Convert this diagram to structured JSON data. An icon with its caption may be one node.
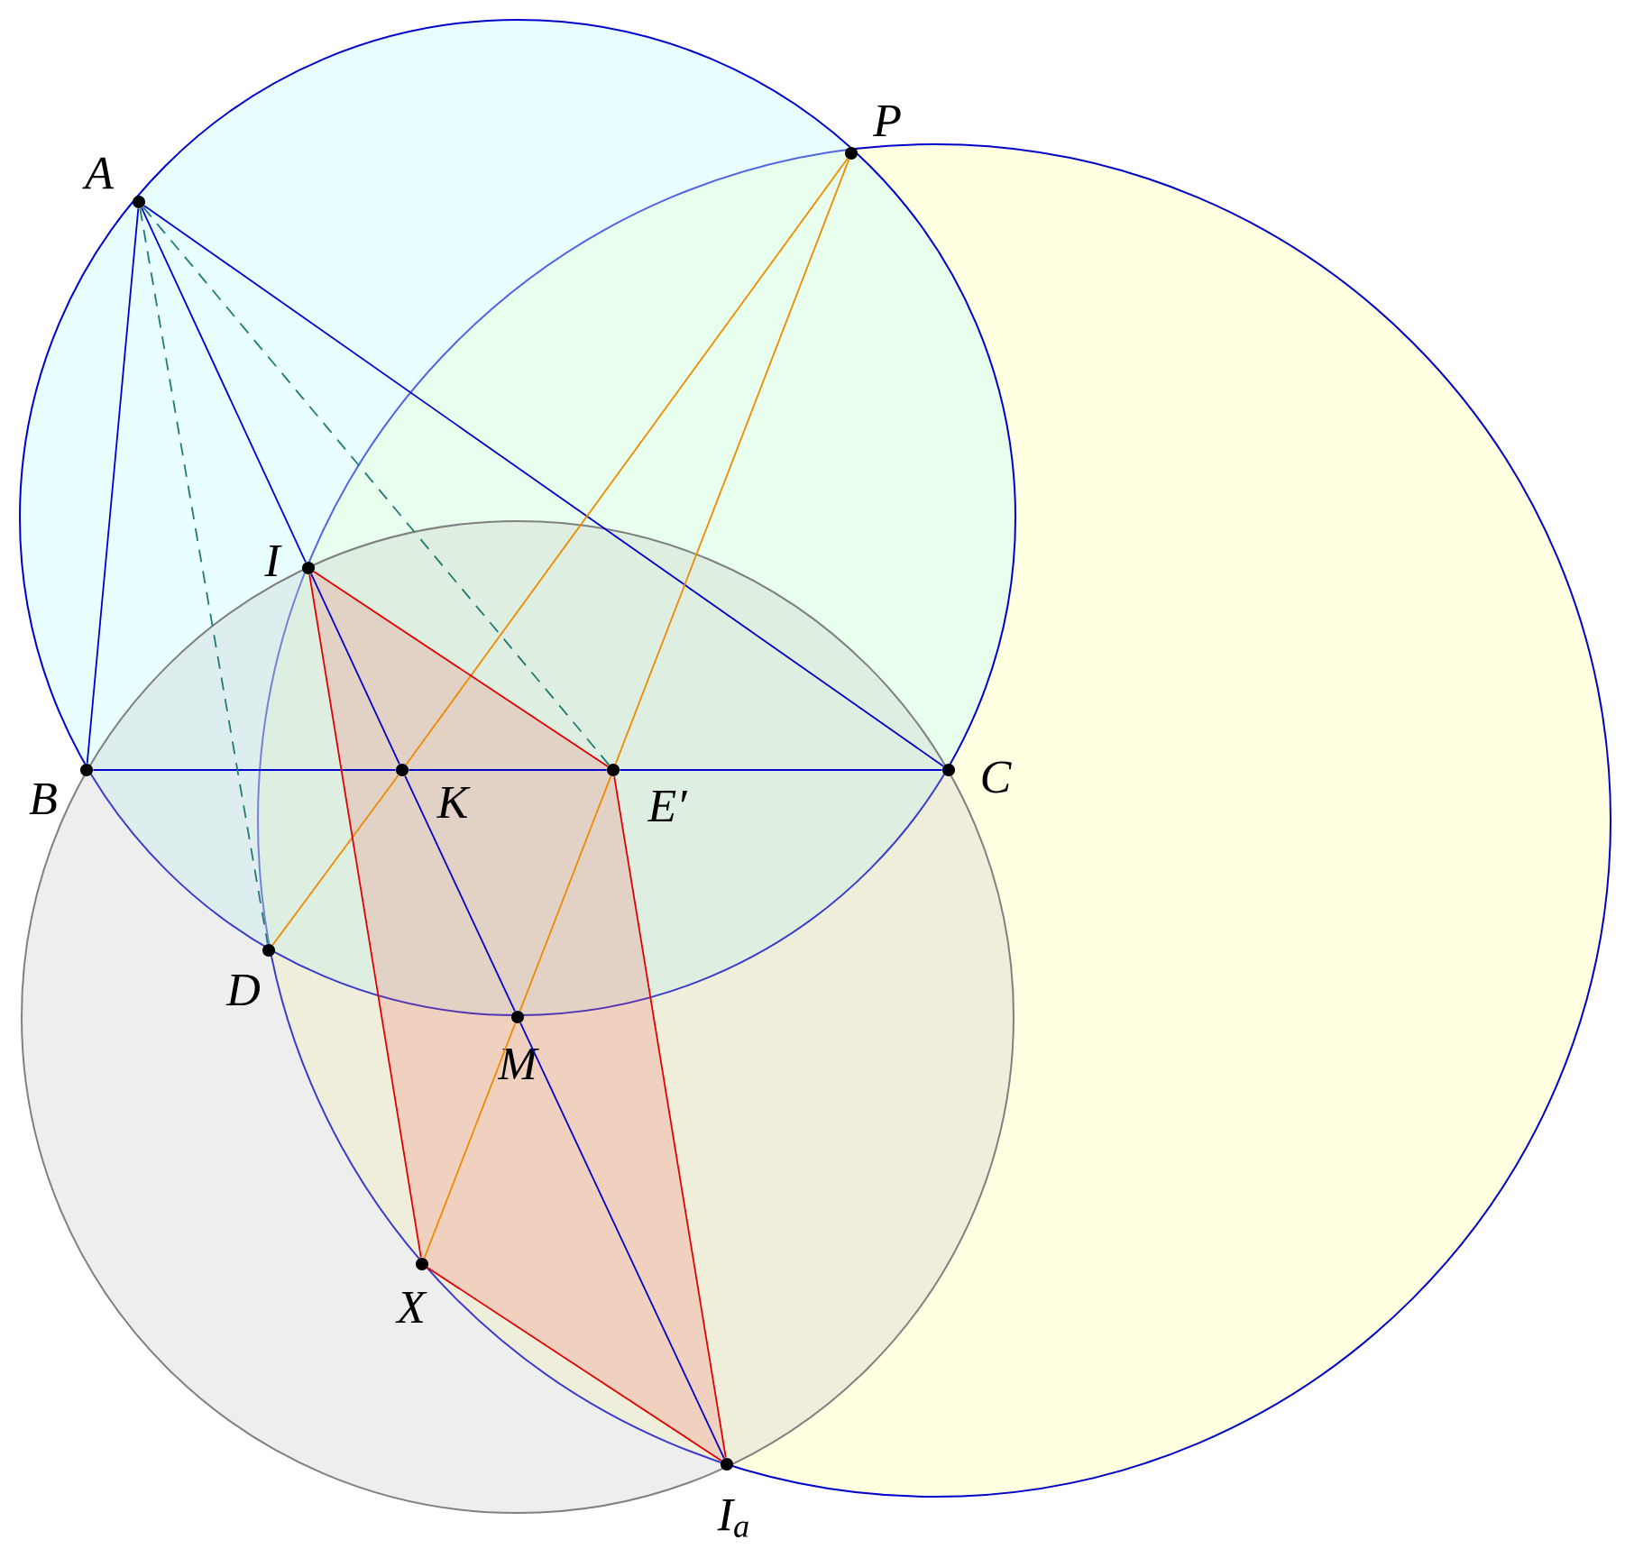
{
  "diagram": {
    "nodes": [
      {
        "text": [
          "A"
        ]
      },
      {
        "text": [
          "P"
        ]
      },
      {
        "text": [
          "I"
        ]
      },
      {
        "text": [
          "B"
        ]
      },
      {
        "text": [
          "K"
        ]
      },
      {
        "text": [
          "E′"
        ]
      },
      {
        "text": [
          "C"
        ]
      },
      {
        "text": [
          "D"
        ]
      },
      {
        "text": [
          "M"
        ]
      },
      {
        "text": [
          "X"
        ]
      },
      {
        "text": [
          "I$_{a}$"
        ]
      }
    ],
    "edges": [
      {
        "from": 0,
        "to": 3,
        "arrow": "none"
      },
      {
        "from": 0,
        "to": 2,
        "arrow": "none"
      },
      {
        "from": 0,
        "to": 6,
        "arrow": "none"
      },
      {
        "from": 3,
        "to": 4,
        "arrow": "none"
      },
      {
        "from": 4,
        "to": 5,
        "arrow": "none"
      },
      {
        "from": 5,
        "to": 6,
        "arrow": "none"
      },
      {
        "from": 2,
        "to": 4,
        "arrow": "none"
      },
      {
        "from": 4,
        "to": 8,
        "arrow": "none"
      },
      {
        "from": 8,
        "to": 10,
        "arrow": "none"
      },
      {
        "from": 0,
        "to": 7,
        "arrow": "none",
        "style": "dashed",
        "color": "#1f7a72"
      },
      {
        "from": 0,
        "to": 5,
        "arrow": "none",
        "style": "dashed",
        "color": "#1f7a72"
      },
      {
        "from": 1,
        "to": 4,
        "arrow": "none",
        "color": "#f08a00"
      },
      {
        "from": 4,
        "to": 7,
        "arrow": "none",
        "color": "#f08a00"
      },
      {
        "from": 1,
        "to": 5,
        "arrow": "none",
        "color": "#f08a00"
      },
      {
        "from": 5,
        "to": 8,
        "arrow": "none",
        "color": "#f08a00"
      },
      {
        "from": 8,
        "to": 9,
        "arrow": "none",
        "color": "#f08a00"
      },
      {
        "from": 2,
        "to": 5,
        "arrow": "none",
        "color": "#e00000"
      },
      {
        "from": 2,
        "to": 9,
        "arrow": "none",
        "color": "#e00000"
      },
      {
        "from": 5,
        "to": 10,
        "arrow": "none",
        "color": "#e00000"
      },
      {
        "from": 9,
        "to": 10,
        "arrow": "none",
        "color": "#e00000"
      }
    ]
  }
}
